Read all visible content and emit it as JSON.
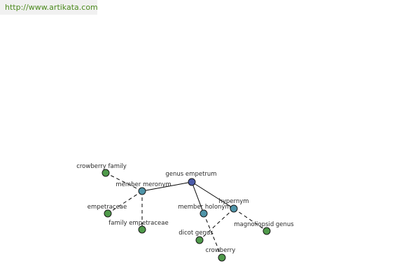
{
  "source_link": {
    "text": "http://www.artikata.com"
  },
  "colors": {
    "center": "#4a5aa8",
    "relation": "#4f94a8",
    "term": "#4f9a4a",
    "link": "#4c8a1e"
  },
  "graph": {
    "nodes": [
      {
        "id": "genus-empetrum",
        "label": "genus empetrum",
        "kind": "center"
      },
      {
        "id": "member-meronym",
        "label": "member meronym",
        "kind": "relation"
      },
      {
        "id": "member-holonym",
        "label": "member holonym",
        "kind": "relation"
      },
      {
        "id": "hypernym",
        "label": "hypernym",
        "kind": "relation"
      },
      {
        "id": "crowberry-family",
        "label": "crowberry family",
        "kind": "term"
      },
      {
        "id": "empetraceae",
        "label": "empetraceae",
        "kind": "term"
      },
      {
        "id": "family-empetraceae",
        "label": "family empetraceae",
        "kind": "term"
      },
      {
        "id": "dicot-genus",
        "label": "dicot genus",
        "kind": "term"
      },
      {
        "id": "crowberry",
        "label": "crowberry",
        "kind": "term"
      },
      {
        "id": "magnoliopsid-genus",
        "label": "magnoliopsid genus",
        "kind": "term"
      }
    ],
    "edges": [
      {
        "from": "genus-empetrum",
        "to": "member-meronym",
        "style": "solid"
      },
      {
        "from": "genus-empetrum",
        "to": "member-holonym",
        "style": "solid"
      },
      {
        "from": "genus-empetrum",
        "to": "hypernym",
        "style": "solid"
      },
      {
        "from": "member-meronym",
        "to": "crowberry-family",
        "style": "dashed"
      },
      {
        "from": "member-meronym",
        "to": "empetraceae",
        "style": "dashed"
      },
      {
        "from": "member-meronym",
        "to": "family-empetraceae",
        "style": "dashed"
      },
      {
        "from": "member-holonym",
        "to": "crowberry",
        "style": "dashed"
      },
      {
        "from": "hypernym",
        "to": "dicot-genus",
        "style": "dashed"
      },
      {
        "from": "hypernym",
        "to": "magnoliopsid-genus",
        "style": "dashed"
      }
    ]
  }
}
